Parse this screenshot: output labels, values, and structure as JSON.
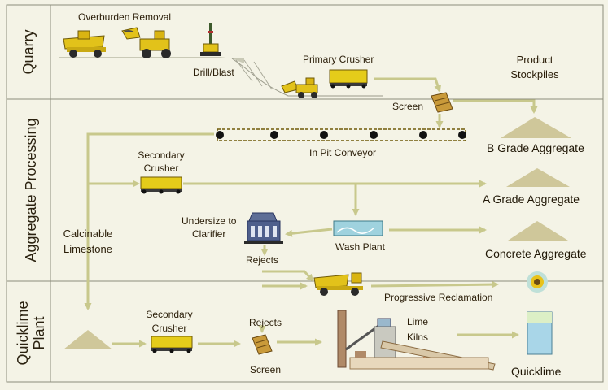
{
  "bands": {
    "quarry": "Quarry",
    "aggregate": "Aggregate Processing",
    "quicklime_line1": "Quicklime",
    "quicklime_line2": "Plant"
  },
  "labels": {
    "overburden_removal": "Overburden Removal",
    "drill_blast": "Drill/Blast",
    "primary_crusher": "Primary Crusher",
    "product_stockpiles_line1": "Product",
    "product_stockpiles_line2": "Stockpiles",
    "screen_quarry": "Screen",
    "in_pit_conveyor": "In Pit Conveyor",
    "b_grade": "B Grade Aggregate",
    "secondary_crusher_line1": "Secondary",
    "secondary_crusher_line2": "Crusher",
    "a_grade": "A Grade Aggregate",
    "undersize_line1": "Undersize to",
    "undersize_line2": "Clarifier",
    "wash_plant": "Wash Plant",
    "calcinable_line1": "Calcinable",
    "calcinable_line2": "Limestone",
    "rejects_wash": "Rejects",
    "concrete": "Concrete Aggregate",
    "progressive_reclamation": "Progressive Reclamation",
    "secondary_crusher2_line1": "Secondary",
    "secondary_crusher2_line2": "Crusher",
    "rejects_plant": "Rejects",
    "screen_plant": "Screen",
    "lime_kilns_line1": "Lime",
    "lime_kilns_line2": "Kilns",
    "quicklime": "Quicklime"
  },
  "colors": {
    "background": "#f4f3e6",
    "band_border": "#8c8c7c",
    "arrow": "#c8c88c",
    "stockpile": "#cfc79a",
    "machine_yellow": "#e2c21a",
    "text": "#2a1d08"
  }
}
